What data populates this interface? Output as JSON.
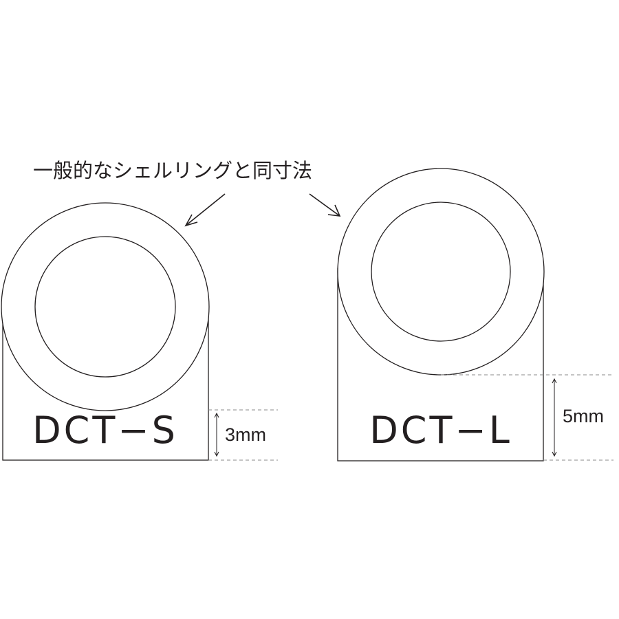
{
  "caption": "一般的なシェルリングと同寸法",
  "rings": [
    {
      "model": "DCT−S",
      "dimension": "3mm"
    },
    {
      "model": "DCT−L",
      "dimension": "5mm"
    }
  ],
  "colors": {
    "line": "#231f20",
    "guide": "#8a8a8a",
    "background": "#ffffff"
  }
}
